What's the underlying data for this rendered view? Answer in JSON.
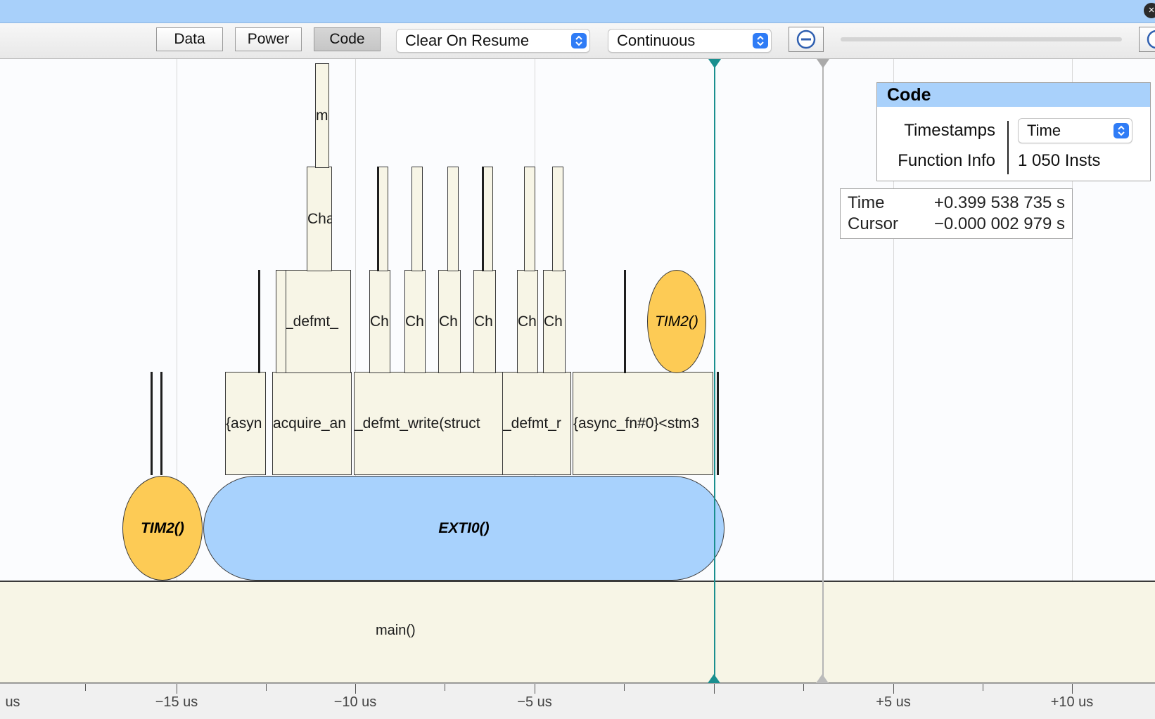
{
  "toolbar": {
    "buttons": [
      "Data",
      "Power",
      "Code"
    ],
    "active_button": "Code",
    "dropdown1": "Clear On Resume",
    "dropdown2": "Continuous"
  },
  "panel": {
    "title": "Code",
    "timestamps_label": "Timestamps",
    "timestamps_value": "Time",
    "function_info_label": "Function Info",
    "function_info_value": "1 050 Insts"
  },
  "readout": {
    "time_label": "Time",
    "time_value": "+0.399 538 735 s",
    "cursor_label": "Cursor",
    "cursor_value": "−0.000 002 979 s"
  },
  "timeline": {
    "main": "main()",
    "exti": "EXTI0()",
    "tim2_left": "TIM2()",
    "tim2_right": "TIM2()",
    "level1": [
      "{asyn",
      "acquire_an",
      "_defmt_write(struct",
      "_defmt_r",
      "{async_fn#0}<stm3"
    ],
    "level2": [
      "_defmt_",
      "Ch",
      "Ch",
      "Ch",
      "Ch",
      "Ch",
      "Ch"
    ],
    "level3": "Cha",
    "level4": "m"
  },
  "axis": {
    "labels": [
      "us",
      "−15 us",
      "−10 us",
      "−5 us",
      "+5 us",
      "+10 us"
    ]
  },
  "colors": {
    "titlebar": "#a8d0fa",
    "exti": "#a8d2fd",
    "tim2": "#fdcb55",
    "frame": "#f7f5e6",
    "cursor": "#1a8f8f"
  }
}
